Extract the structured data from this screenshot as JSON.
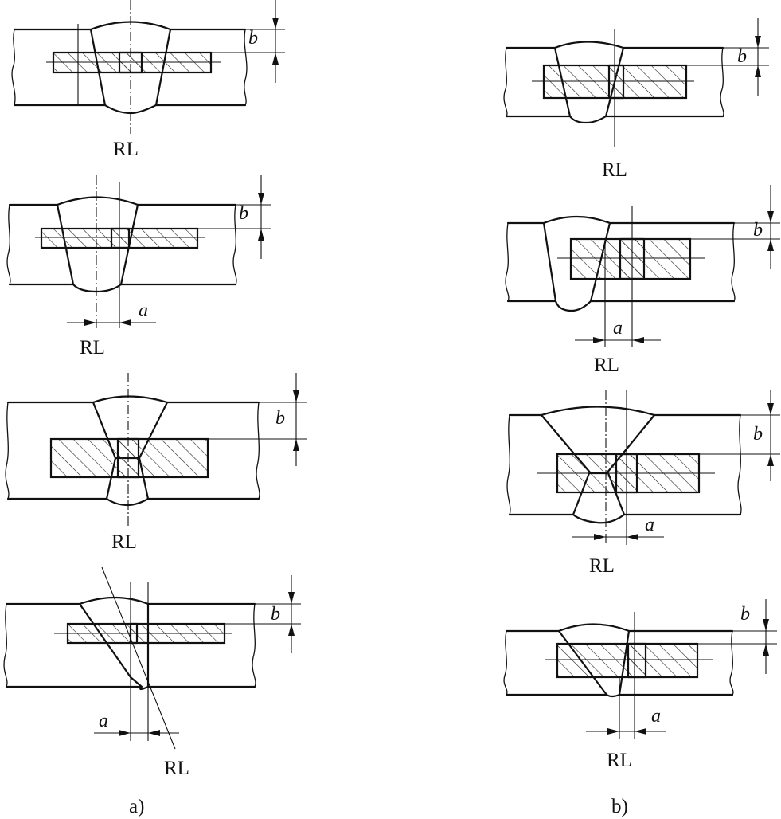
{
  "labels": {
    "rl": "RL",
    "a": "a",
    "b": "b",
    "group_a": "a)",
    "group_b": "b)"
  }
}
